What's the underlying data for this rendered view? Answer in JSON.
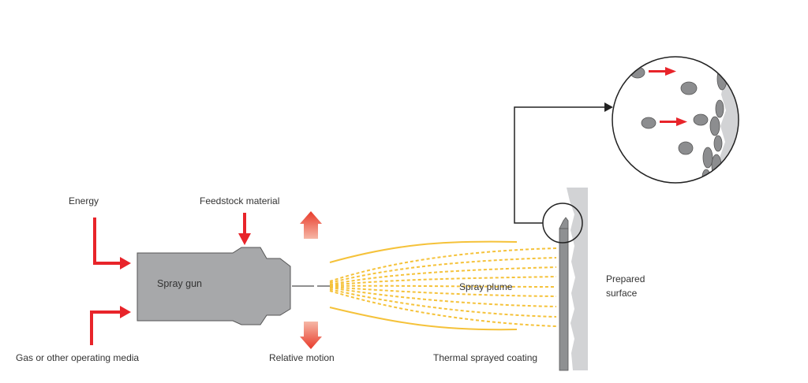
{
  "labels": {
    "energy": "Energy",
    "feedstock": "Feedstock material",
    "spray_gun": "Spray gun",
    "gas": "Gas or other operating media",
    "relative_motion": "Relative motion",
    "spray_plume": "Spray plume",
    "coating": "Thermal sprayed coating",
    "surface_line1": "Prepared",
    "surface_line2": "surface"
  },
  "colors": {
    "arrow_red": "#e8242a",
    "motion_arrow": "#ee5f4a",
    "gun_fill": "#a7a8aa",
    "gun_stroke": "#555555",
    "plume_yellow": "#f5c23a",
    "surface_gray": "#d2d3d5",
    "coating_gray": "#8e9092",
    "particle_gray": "#8c8d8f",
    "line_black": "#222222"
  }
}
